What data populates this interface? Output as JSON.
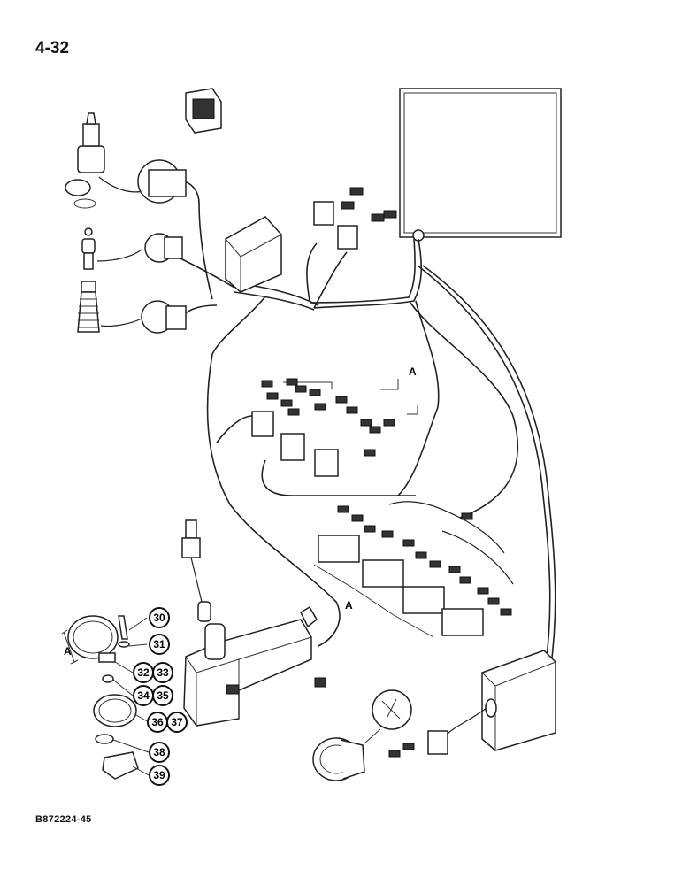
{
  "page_number": "4-32",
  "drawing_code": "B872224-45",
  "section_label": "A",
  "callouts": [
    "30",
    "31",
    "32",
    "33",
    "34",
    "35",
    "36",
    "37",
    "38",
    "39"
  ]
}
